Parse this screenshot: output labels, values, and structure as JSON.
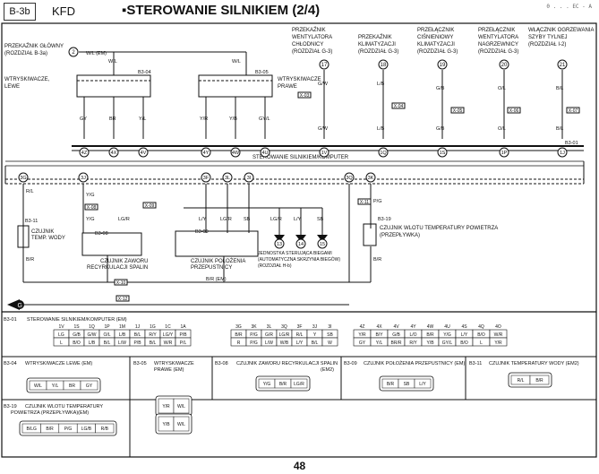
{
  "header": {
    "code": "B-3b",
    "model": "KFD",
    "title": "STEROWANIE SILNIKIEM (2/4)",
    "ref": "0 . . . EC - A"
  },
  "top_labels": {
    "main_relay": [
      "PRZEKAŹNIK GŁÓWNY",
      "(ROZDZIAŁ B-3a)"
    ],
    "fan_relay": [
      "PRZEKAŹNIK",
      "WENTYLATORA",
      "CHŁODNICY",
      "(ROZDZIAŁ G-3)"
    ],
    "ac_relay": [
      "PRZEKAŹNIK",
      "KLIMATYZACJI",
      "(ROZDZIAŁ G-3)"
    ],
    "pressure_switch": [
      "PRZEŁĄCZNIK",
      "CIŚNIENIOWY",
      "KLIMATYZACJI",
      "(ROZDZIAŁ G-3)"
    ],
    "heater_switch": [
      "PRZEŁĄCZNIK",
      "WENTYLATORA",
      "NAGRZEWNICY",
      "(ROZDZIAŁ G-3)"
    ],
    "rear_defrost": [
      "WŁĄCZNIK OGRZEWANIA",
      "SZYBY TYLNEJ",
      "(ROZDZIAŁ I-2)"
    ]
  },
  "components": {
    "inj_left": [
      "WTRYSKIWACZE,",
      "LEWE"
    ],
    "inj_right": [
      "WTRYSKIWACZE",
      "PRAWE"
    ],
    "ecm": "STEROWANIE SILNIKIEM/KOMPUTER",
    "ect": [
      "CZUJNIK",
      "TEMP. WODY"
    ],
    "egr": [
      "CZUJNIK ZAWORU",
      "RECYRKULACJI SPALIN"
    ],
    "tps": [
      "CZUJNIK POŁOŻENIA",
      "PRZEPUSTNICY"
    ],
    "iat": [
      "CZUJNIK WLOTU TEMPERATURY POWIETRZA",
      "(PRZEPŁYWKA)"
    ],
    "tcm": [
      "JEDNOSTKA STERUJĄCA BIEGAMI",
      "(AUTOMATYCZNA SKRZYNIA BIEGÓW)",
      "(ROZDZIAŁ H-b)"
    ]
  },
  "pins_top": [
    "2",
    "17",
    "18",
    "19",
    "20",
    "21"
  ],
  "pins_ecm_top": [
    "4Z",
    "4X",
    "4V",
    "4Y",
    "4W",
    "4U",
    "1V",
    "1Q",
    "1S",
    "1P",
    "1J"
  ],
  "pins_ecm_bottom": [
    "3G",
    "3J",
    "3F",
    "3L",
    "3I",
    "3Q",
    "3K"
  ],
  "pins_tcm": [
    "13",
    "14",
    "15"
  ],
  "wires": {
    "main_relay": "W/L (EM)",
    "inj_feed_l": "W/L",
    "inj_feed_r": "W/L",
    "inj_l_out": [
      "GY",
      "BR",
      "Y/L"
    ],
    "inj_r_out": [
      "Y/R",
      "Y/B",
      "GY/L"
    ],
    "fan": "G/W",
    "ac": "L/B",
    "press": "G/B",
    "heat": "O/L",
    "defrost": "B/L",
    "ect_top": "R/L",
    "ect_bot": "B/R",
    "egr_pair": [
      "Y/G",
      "LG/R"
    ],
    "egr_x": "Y/G",
    "tps_pair": [
      "L/Y",
      "LG/R",
      "SB"
    ],
    "tcm_w": [
      "LG/R",
      "L/Y",
      "SB"
    ],
    "iat_top": "P/G",
    "iat_bot": "B/R",
    "gnd": "B/R (EM)",
    "em": "(EM)"
  },
  "connectors": {
    "b3_01": "B3-01",
    "b3_04": "B3-04",
    "b3_05": "B3-05",
    "b3_08": "B3-08",
    "b3_09": "B3-09",
    "b3_11": "B3-11",
    "b3_19": "B3-19"
  },
  "xc": [
    "X-03",
    "X-04",
    "X-05",
    "X-06",
    "X-07",
    "X-08",
    "X-09",
    "X-10",
    "X-11",
    "X-12"
  ],
  "ground": "G",
  "panels": {
    "ecm_title": "STEROWANIE SILNIKIEM/KOMPUTER (EM)",
    "ecm_h1": [
      "1V",
      "1S",
      "1Q",
      "1P",
      "1M",
      "1J",
      "1G",
      "1C",
      "1A"
    ],
    "ecm_r1": [
      "LG",
      "G/B",
      "G/W",
      "O/L",
      "L/B",
      "B/L",
      "R/Y",
      "LG/Y",
      "P/B"
    ],
    "ecm_r2": [
      "L",
      "B/O",
      "L/B",
      "B/L",
      "L/W",
      "P/B",
      "B/L",
      "W/R",
      "P/L"
    ],
    "ecm_h2": [
      "3G",
      "3K",
      "3L",
      "3Q",
      "3F",
      "3J",
      "3I"
    ],
    "ecm_r3": [
      "B/R",
      "P/G",
      "G/R",
      "LG/R",
      "R/L",
      "Y",
      "SB"
    ],
    "ecm_r4": [
      "R",
      "P/G",
      "L/W",
      "W/B",
      "L/Y",
      "B/L",
      "W"
    ],
    "ecm_h3": [
      "4Z",
      "4X",
      "4V",
      "4Y",
      "4W",
      "4U",
      "4S",
      "4Q",
      "4O"
    ],
    "ecm_r5": [
      "Y/R",
      "B/Y",
      "G/B",
      "L/O",
      "B/R",
      "Y/G",
      "L/Y",
      "B/O",
      "W/R"
    ],
    "ecm_r6": [
      "GY",
      "Y/L",
      "BR/R",
      "R/Y",
      "Y/B",
      "GY/L",
      "B/O",
      "L",
      "Y/R"
    ],
    "inj_l_title": "WTRYSKIWACZE LEWE (EM)",
    "inj_l_pins": [
      "W/L",
      "Y/L",
      "BR",
      "GY"
    ],
    "inj_r_title": [
      "WTRYSKIWACZE",
      "PRAWE (EM)"
    ],
    "inj_r_pins": [
      "Y/R",
      "W/L",
      "Y/B",
      "W/L"
    ],
    "egr_title": [
      "CZUJNIK ZAWORU RECYRKULACJI SPALIN",
      "(EM2)"
    ],
    "egr_pins": [
      "Y/G",
      "B/R",
      "LG/R"
    ],
    "tps_title": "CZUJNIK POŁOŻENIA PRZEPUSTNICY (EM)",
    "tps_pins": [
      "B/R",
      "SB",
      "L/Y"
    ],
    "ect_title": "CZUJNIK TEMPERATURY WODY (EM2)",
    "ect_pins": [
      "R/L",
      "B/R"
    ],
    "iat_title": [
      "CZUJNIK WLOTU TEMPERATURY",
      "POWIETRZA (PRZEPŁYWKA)(EM)"
    ],
    "iat_pins": [
      "B/LG",
      "B/R",
      "P/G",
      "LG/B",
      "R/B"
    ]
  },
  "page_number": "48"
}
